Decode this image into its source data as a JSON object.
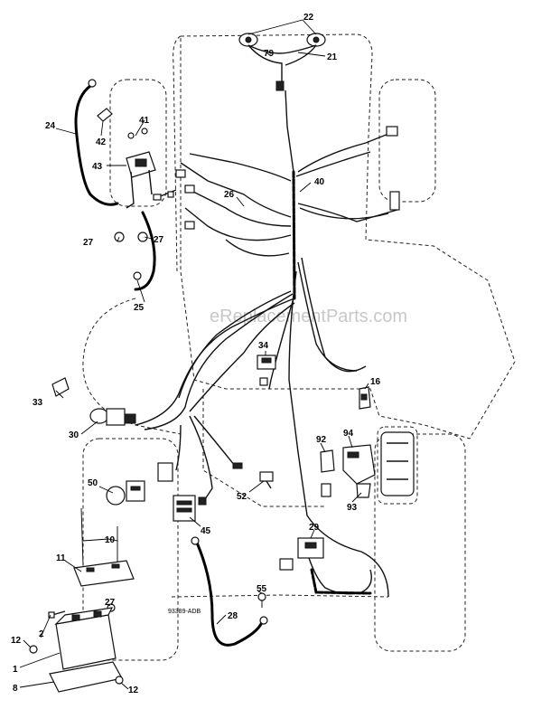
{
  "watermark": "eReplacementParts.com",
  "drawing_number": "93389-ADB",
  "callouts": {
    "c1": "1",
    "c2": "2",
    "c8": "8",
    "c10": "10",
    "c11": "11",
    "c12a": "12",
    "c12b": "12",
    "c16": "16",
    "c21": "21",
    "c22": "22",
    "c24": "24",
    "c25": "25",
    "c26": "26",
    "c27a": "27",
    "c27b": "27",
    "c27c": "27",
    "c28": "28",
    "c29": "29",
    "c30": "30",
    "c33": "33",
    "c34": "34",
    "c40": "40",
    "c41": "41",
    "c42": "42",
    "c43": "43",
    "c45": "45",
    "c50": "50",
    "c52": "52",
    "c55": "55",
    "c79": "79",
    "c92": "92",
    "c93": "93",
    "c94": "94"
  },
  "colors": {
    "line": "#111111",
    "watermark": "#c8c8c8"
  }
}
